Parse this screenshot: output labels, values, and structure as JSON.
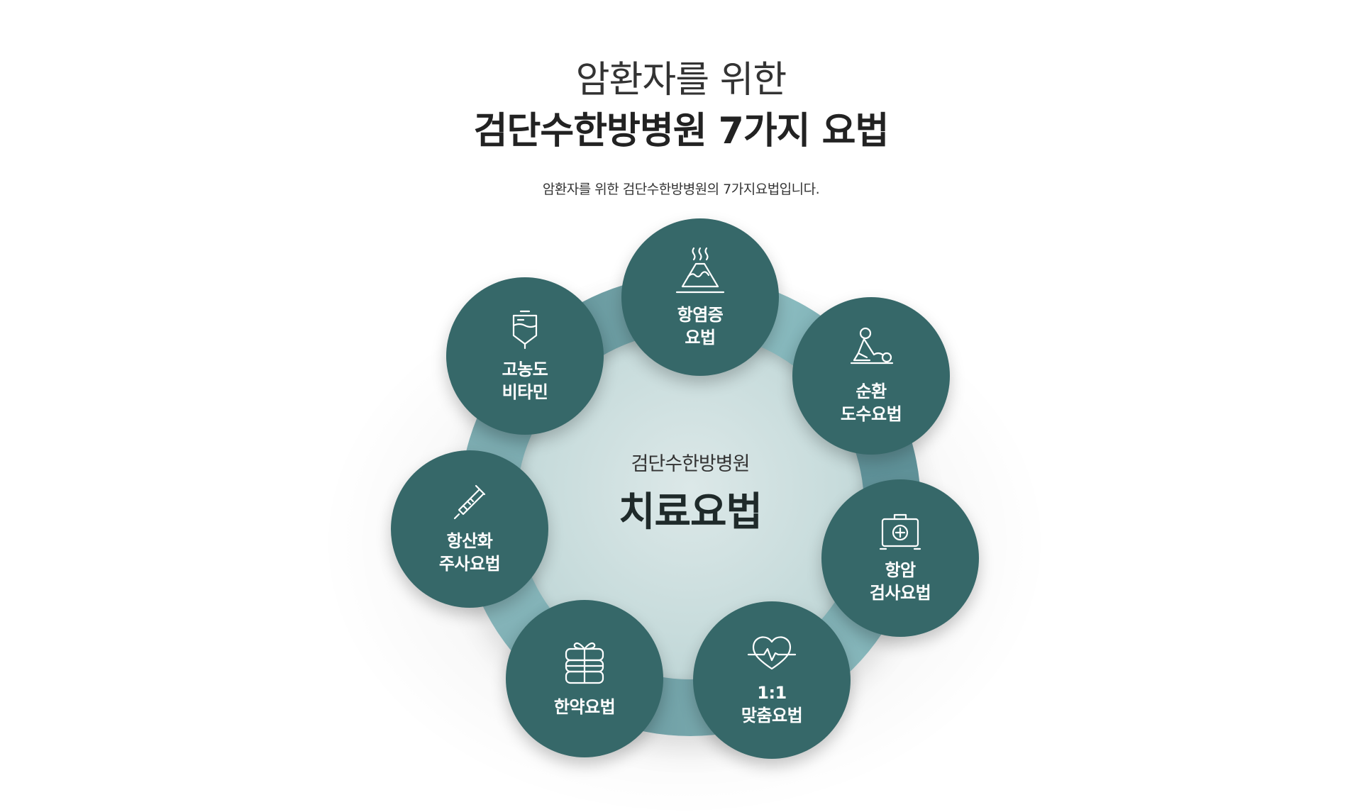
{
  "header": {
    "title_line1": "암환자를 위한",
    "title_line2": "검단수한방병원 7가지 요법",
    "subtitle": "암환자를 위한 검단수한방병원의 7가지요법입니다."
  },
  "center": {
    "sub": "검단수한방병원",
    "main": "치료요법"
  },
  "therapies": [
    {
      "line1": "항염증",
      "line2": "요법",
      "icon": "steaming-mountain-icon"
    },
    {
      "line1": "순환",
      "line2": "도수요법",
      "icon": "massage-therapy-icon"
    },
    {
      "line1": "항암",
      "line2": "검사요법",
      "icon": "medical-kit-icon"
    },
    {
      "line1": "1:1",
      "line2": "맞춤요법",
      "icon": "heartbeat-icon"
    },
    {
      "line1": "한약요법",
      "line2": "",
      "icon": "herbal-package-icon"
    },
    {
      "line1": "항산화",
      "line2": "주사요법",
      "icon": "injection-icon"
    },
    {
      "line1": "고농도",
      "line2": "비타민",
      "icon": "iv-bag-icon"
    }
  ],
  "colors": {
    "node": "#366869",
    "ring": "#8fc0c4",
    "inner": "#c8dcdc"
  }
}
